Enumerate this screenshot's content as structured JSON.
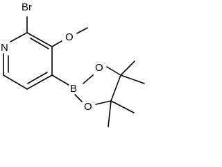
{
  "molecule": {
    "atoms": {
      "Br": "Br",
      "N": "N",
      "O_methoxy": "O",
      "B": "B",
      "O_upper": "O",
      "O_lower": "O"
    }
  }
}
